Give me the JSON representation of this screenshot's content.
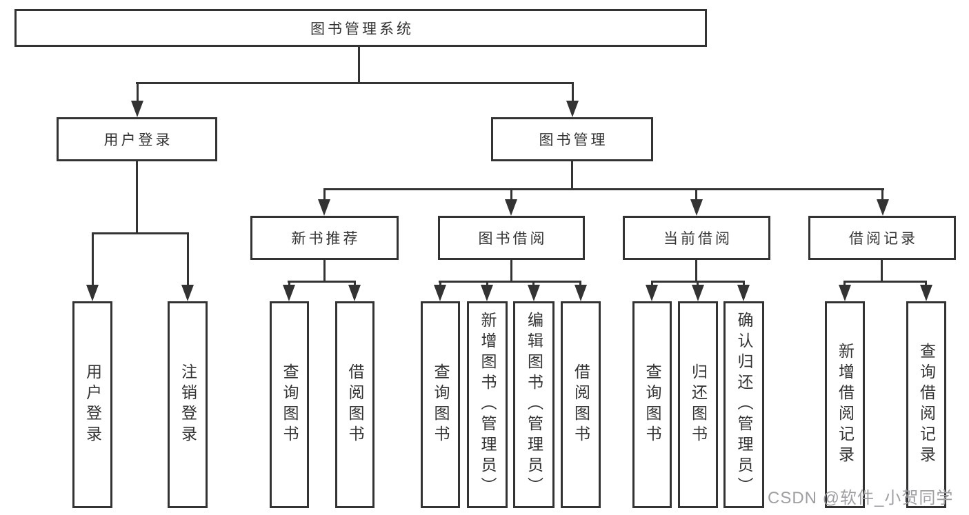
{
  "colors": {
    "line": "#333333",
    "border": "#333333",
    "text": "#333333",
    "watermark": "#9e9ea3",
    "background": "#ffffff"
  },
  "tree": {
    "root": {
      "label": "图书管理系统"
    },
    "branches": [
      {
        "label": "用户登录",
        "children": [
          {
            "label": "用户登录"
          },
          {
            "label": "注销登录"
          }
        ]
      },
      {
        "label": "图书管理",
        "groups": [
          {
            "label": "新书推荐",
            "children": [
              {
                "label": "查询图书"
              },
              {
                "label": "借阅图书"
              }
            ]
          },
          {
            "label": "图书借阅",
            "children": [
              {
                "label": "查询图书"
              },
              {
                "label": "新增图书（管理员）"
              },
              {
                "label": "编辑图书（管理员）"
              },
              {
                "label": "借阅图书"
              }
            ]
          },
          {
            "label": "当前借阅",
            "children": [
              {
                "label": "查询图书"
              },
              {
                "label": "归还图书"
              },
              {
                "label": "确认归还（管理员）"
              }
            ]
          },
          {
            "label": "借阅记录",
            "children": [
              {
                "label": "新增借阅记录"
              },
              {
                "label": "查询借阅记录"
              }
            ]
          }
        ]
      }
    ]
  },
  "watermark": "CSDN @软件_小贺同学"
}
